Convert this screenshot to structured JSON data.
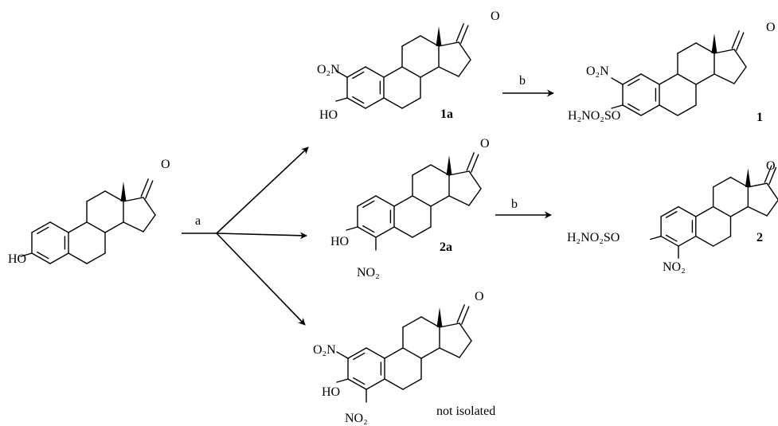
{
  "reagent_labels": {
    "a": "a",
    "b": "b"
  },
  "compounds": {
    "estrone": {
      "groups": {
        "oh": "HO",
        "ketone": "O"
      }
    },
    "c1a": {
      "id": "1a",
      "groups": {
        "nitro": "O₂N",
        "oh": "HO",
        "ketone": "O"
      }
    },
    "c1": {
      "id": "1",
      "groups": {
        "nitro": "O₂N",
        "sulfamate": "H₂NO₂SO",
        "ketone": "O"
      }
    },
    "c2a": {
      "id": "2a",
      "groups": {
        "oh": "HO",
        "nitro": "NO₂",
        "ketone": "O"
      }
    },
    "c2": {
      "id": "2",
      "groups": {
        "sulfamate": "H₂NO₂SO",
        "nitro": "NO₂",
        "ketone": "O"
      }
    },
    "dinitro": {
      "note": "not isolated",
      "groups": {
        "nitro_top": "O₂N",
        "oh": "HO",
        "nitro_bottom": "NO₂",
        "ketone": "O"
      }
    }
  }
}
